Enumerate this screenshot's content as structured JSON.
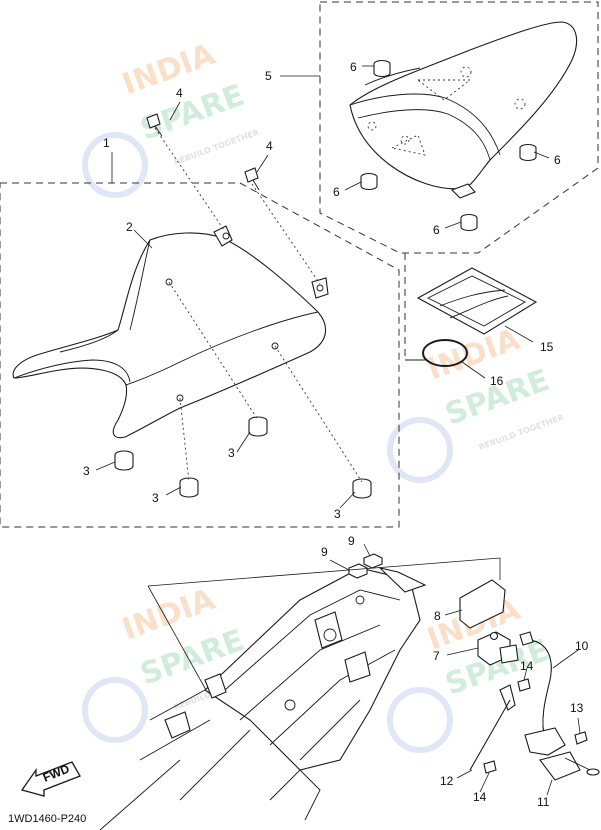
{
  "diagram_code": "1WD1460-P240",
  "fwd_label": "FWD",
  "watermark": {
    "line1": "INDIA",
    "line2": "SPARE",
    "tagline": "REBUILD TOGETHER"
  },
  "callouts": {
    "c1": "1",
    "c2": "2",
    "c3a": "3",
    "c3b": "3",
    "c3c": "3",
    "c3d": "3",
    "c4a": "4",
    "c4b": "4",
    "c5": "5",
    "c6a": "6",
    "c6b": "6",
    "c6c": "6",
    "c6d": "6",
    "c7": "7",
    "c8": "8",
    "c9a": "9",
    "c9b": "9",
    "c10": "10",
    "c11": "11",
    "c12": "12",
    "c13": "13",
    "c14a": "14",
    "c14b": "14",
    "c15": "15",
    "c16": "16"
  },
  "colors": {
    "watermark_orange": "#f6c79b",
    "watermark_green": "#a9dfc0",
    "watermark_blue": "#c9d2ee",
    "line": "#1a1a1a"
  }
}
